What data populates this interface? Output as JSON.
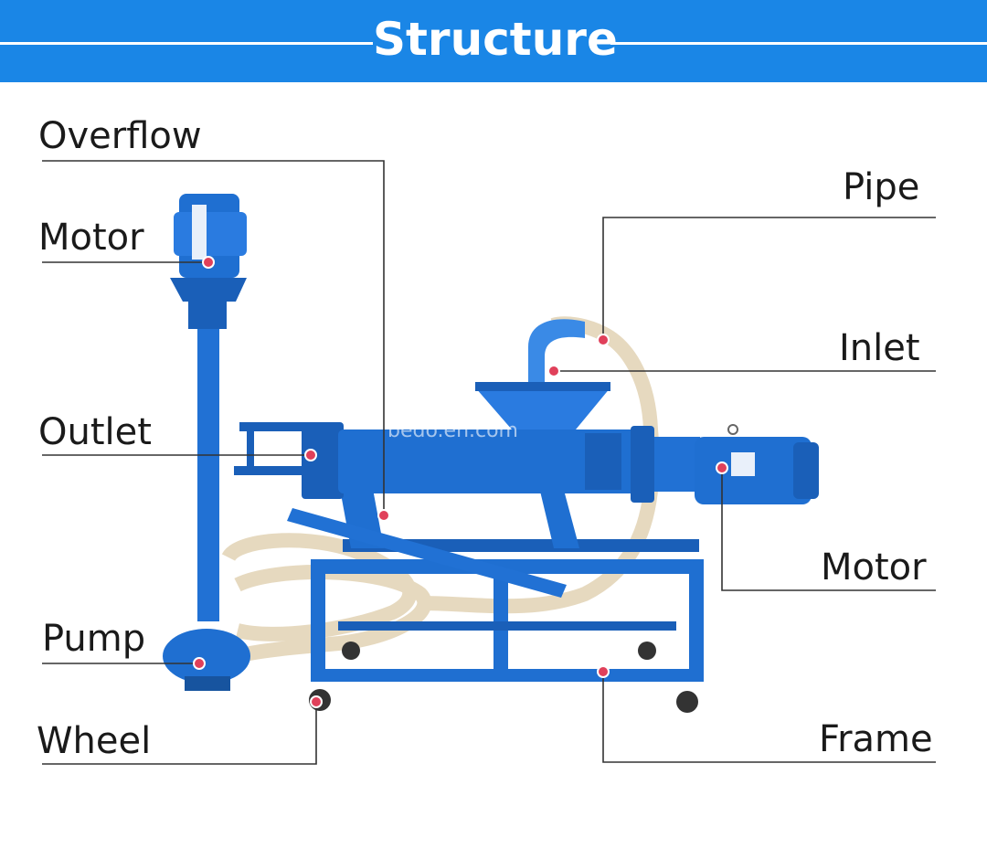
{
  "header": {
    "title": "Structure"
  },
  "labels": {
    "overflow": "Overflow",
    "motor_left": "Motor",
    "outlet": "Outlet",
    "pump": "Pump",
    "wheel": "Wheel",
    "pipe": "Pipe",
    "inlet": "Inlet",
    "motor_right": "Motor",
    "frame": "Frame"
  },
  "watermark": "bedo.en.com",
  "colors": {
    "banner": "#1a86e6",
    "machine": "#1f6fd1",
    "leader": "#333333",
    "marker": "#e0405a",
    "hose": "#e8dcc4"
  }
}
